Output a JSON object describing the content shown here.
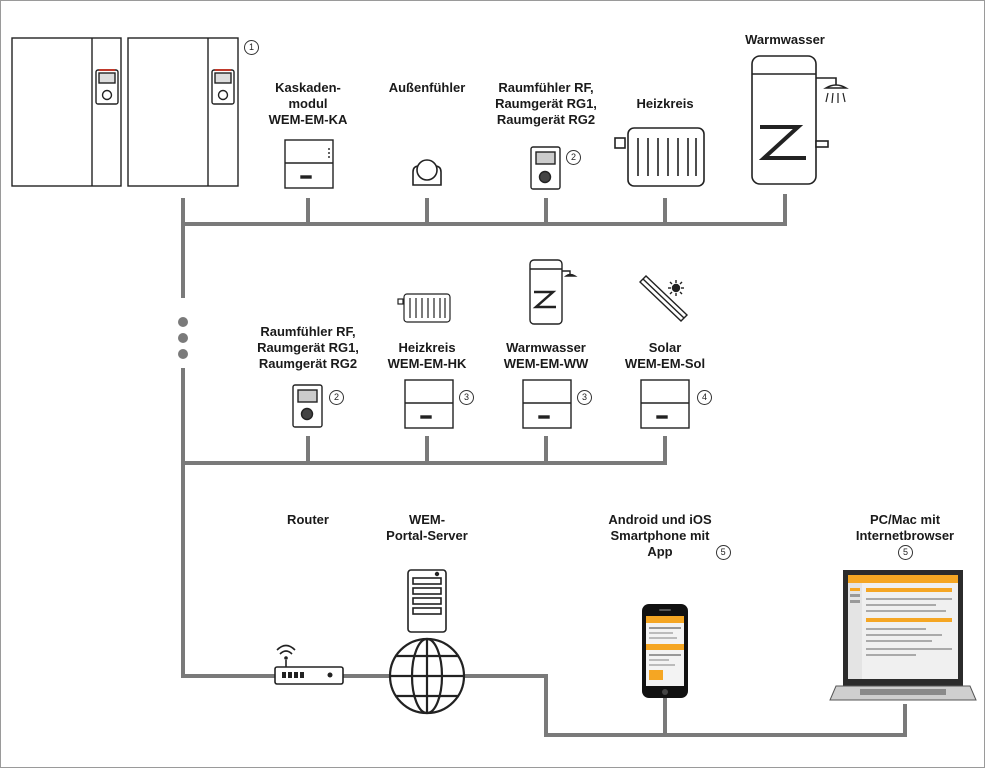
{
  "labels": {
    "kaskade": [
      "Kaskaden-",
      "modul",
      "WEM-EM-KA"
    ],
    "aussen": [
      "Außenfühler"
    ],
    "raum_top": [
      "Raumfühler RF,",
      "Raumgerät RG1,",
      "Raumgerät RG2"
    ],
    "heizkreis_top": [
      "Heizkreis"
    ],
    "warmwasser_top": [
      "Warmwasser"
    ],
    "raum_mid": [
      "Raumfühler RF,",
      "Raumgerät RG1,",
      "Raumgerät RG2"
    ],
    "heizkreis_mid": [
      "Heizkreis",
      "WEM-EM-HK"
    ],
    "warmwasser_mid": [
      "Warmwasser",
      "WEM-EM-WW"
    ],
    "solar_mid": [
      "Solar",
      "WEM-EM-Sol"
    ],
    "router": [
      "Router"
    ],
    "portal": [
      "WEM-",
      "Portal-Server"
    ],
    "mobile": [
      "Android und iOS",
      "Smartphone mit",
      "App"
    ],
    "pc": [
      "PC/Mac mit",
      "Internetbrowser"
    ]
  },
  "badges": {
    "boiler": "1",
    "raum_top": "2",
    "raum_mid": "2",
    "hk_mid": "3",
    "ww_mid": "3",
    "sol_mid": "4",
    "app": "5",
    "pc": "5"
  },
  "colors": {
    "bus": "#7a7a7a",
    "outline": "#222222",
    "accent": "#f5a623",
    "display": "#c0392b"
  }
}
